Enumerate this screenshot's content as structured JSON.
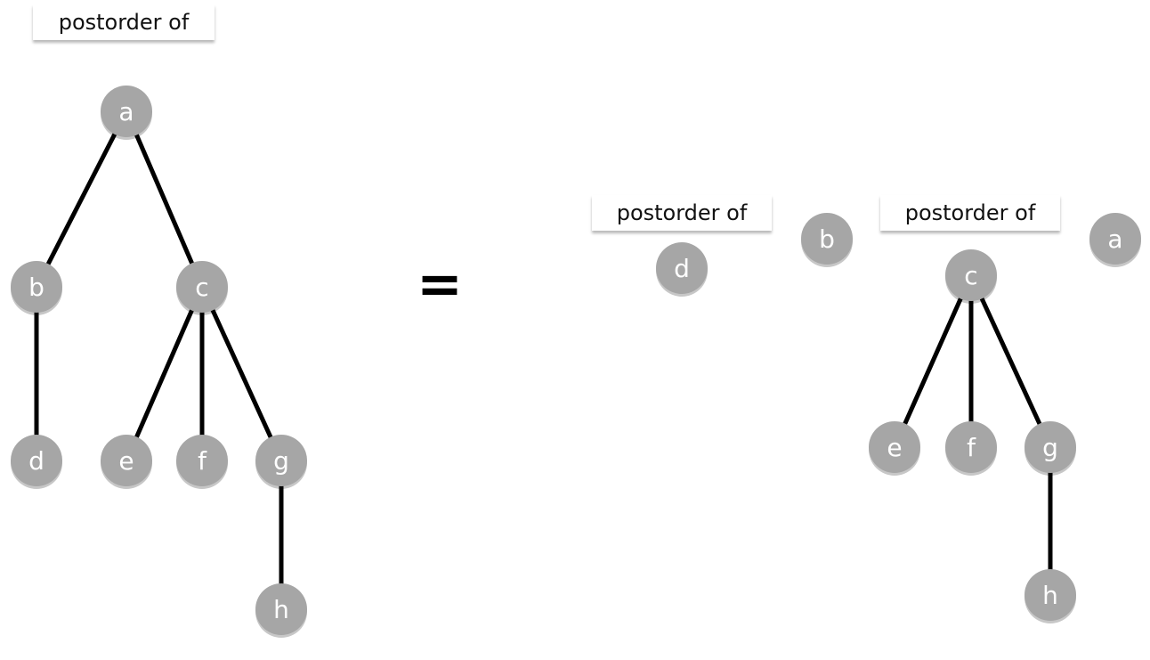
{
  "colors": {
    "node_fill": "#a6a6a6",
    "node_text": "#ffffff",
    "edge": "#000000",
    "label_background": "#ffffff"
  },
  "left": {
    "caption": "postorder of",
    "tree": {
      "nodes": [
        "a",
        "b",
        "c",
        "d",
        "e",
        "f",
        "g",
        "h"
      ],
      "edges": [
        [
          "a",
          "b"
        ],
        [
          "a",
          "c"
        ],
        [
          "b",
          "d"
        ],
        [
          "c",
          "e"
        ],
        [
          "c",
          "f"
        ],
        [
          "c",
          "g"
        ],
        [
          "g",
          "h"
        ]
      ]
    }
  },
  "equals_sign": "=",
  "right": {
    "subtree_b_caption": "postorder of",
    "subtree_b": {
      "nodes": [
        "d"
      ],
      "edges": []
    },
    "node_after_b": "b",
    "subtree_c_caption": "postorder of",
    "subtree_c": {
      "nodes": [
        "c",
        "e",
        "f",
        "g",
        "h"
      ],
      "edges": [
        [
          "c",
          "e"
        ],
        [
          "c",
          "f"
        ],
        [
          "c",
          "g"
        ],
        [
          "g",
          "h"
        ]
      ]
    },
    "node_after_c": "a"
  }
}
